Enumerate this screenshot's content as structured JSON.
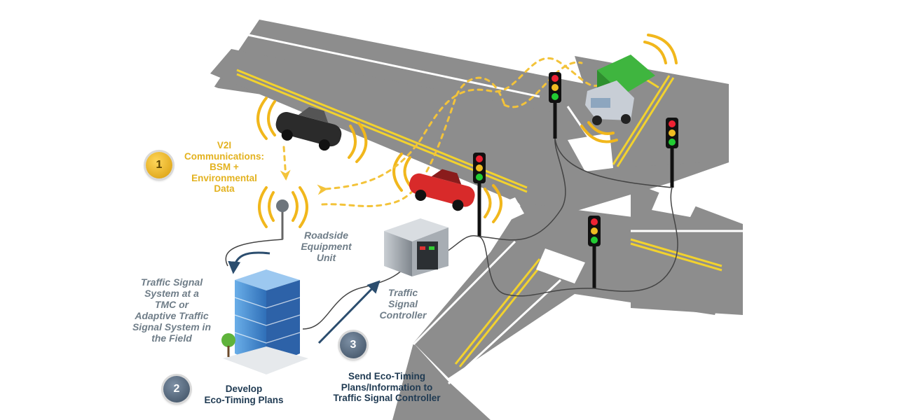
{
  "badges": {
    "step1": "1",
    "step2": "2",
    "step3": "3"
  },
  "labels": {
    "v2i": [
      "V2I",
      "Communications:",
      "BSM +",
      "Environmental",
      "Data"
    ],
    "roadside_unit": [
      "Roadside",
      "Equipment",
      "Unit"
    ],
    "traffic_signal_system": [
      "Traffic Signal",
      "System at a",
      "TMC or",
      "Adaptive Traffic",
      "Signal System in",
      "the Field"
    ],
    "traffic_signal_controller": [
      "Traffic",
      "Signal",
      "Controller"
    ],
    "develop": [
      "Develop",
      "Eco-Timing Plans"
    ],
    "send": [
      "Send Eco-Timing",
      "Plans/Information to",
      "Traffic Signal Controller"
    ]
  },
  "colors": {
    "road": "#8d8d8d",
    "road_edge": "#ffffff",
    "lane_yellow": "#f2d22e",
    "signal_wave": "#f1b71c",
    "dotted_path": "#f3c33a",
    "arrow_blue": "#2b4d6e",
    "building_blue": "#4d8fd4",
    "car_red": "#d82a2a",
    "car_black": "#2b2b2b",
    "truck_green": "#3fb53f"
  }
}
